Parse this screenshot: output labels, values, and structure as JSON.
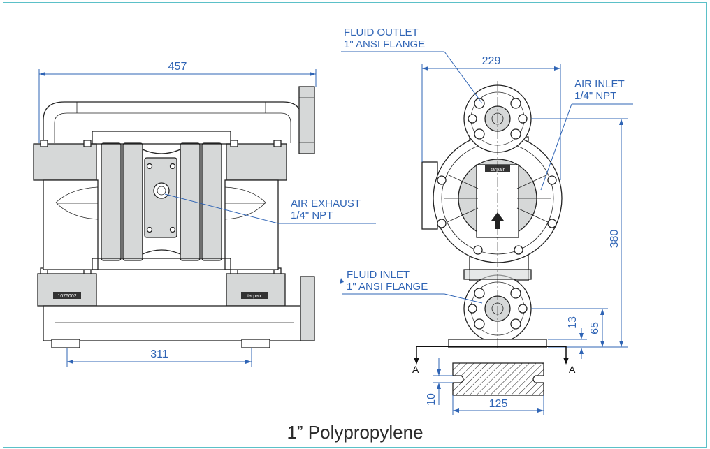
{
  "caption": "1” Polypropylene",
  "dimensions": {
    "overall_width": "457",
    "base_width": "311",
    "side_width": "229",
    "overall_height": "380",
    "outlet_from_base": "65",
    "base_thickness": "13",
    "foot_width": "125",
    "foot_height": "10"
  },
  "callouts": {
    "fluid_outlet": [
      "FLUID OUTLET",
      "1\" ANSI FLANGE"
    ],
    "air_inlet": [
      "AIR INLET",
      "1/4\" NPT"
    ],
    "air_exhaust": [
      "AIR EXHAUST",
      "1/4\" NPT"
    ],
    "fluid_inlet": [
      "FLUID INLET",
      "1\" ANSI FLANGE"
    ]
  },
  "section_marks": [
    "A",
    "A"
  ],
  "plates": [
    "1076002",
    "tarpair",
    "tarpair"
  ],
  "colors": {
    "dimension": "#2f64b5",
    "frame": "#5bc0c8",
    "part_fill": "#d6d8d8",
    "outline": "#222222"
  }
}
